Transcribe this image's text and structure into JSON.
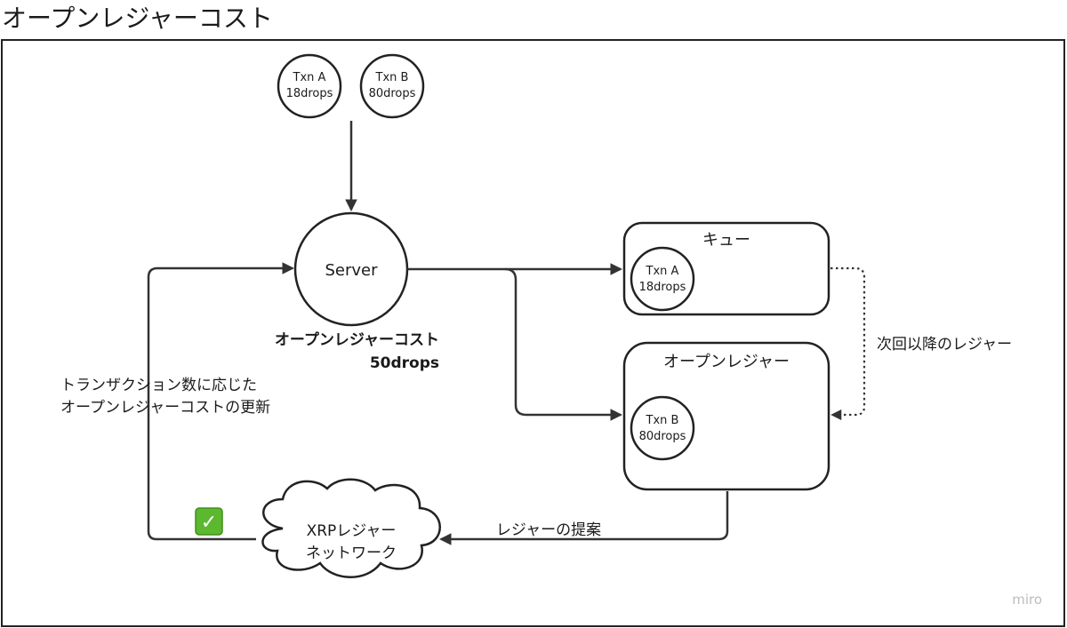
{
  "title": "オープンレジャーコスト",
  "txn_a": {
    "name": "Txn A",
    "cost": "18drops"
  },
  "txn_b": {
    "name": "Txn B",
    "cost": "80drops"
  },
  "server": {
    "label": "Server"
  },
  "open_ledger_cost": {
    "label": "オープンレジャーコスト",
    "value": "50drops"
  },
  "queue": {
    "title": "キュー",
    "txn_name": "Txn A",
    "txn_cost": "18drops"
  },
  "open_ledger": {
    "title": "オープンレジャー",
    "txn_name": "Txn B",
    "txn_cost": "80drops"
  },
  "next_ledger_label": "次回以降のレジャー",
  "update_label": {
    "line1": "トランザクション数に応じた",
    "line2": "オープンレジャーコストの更新"
  },
  "proposal_label": "レジャーの提案",
  "network": {
    "line1": "XRPレジャー",
    "line2": "ネットワーク"
  },
  "check_mark": "✓",
  "watermark": "miro",
  "colors": {
    "stroke": "#333333",
    "check_green": "#5cb82e",
    "watermark": "#bdbdbd"
  }
}
